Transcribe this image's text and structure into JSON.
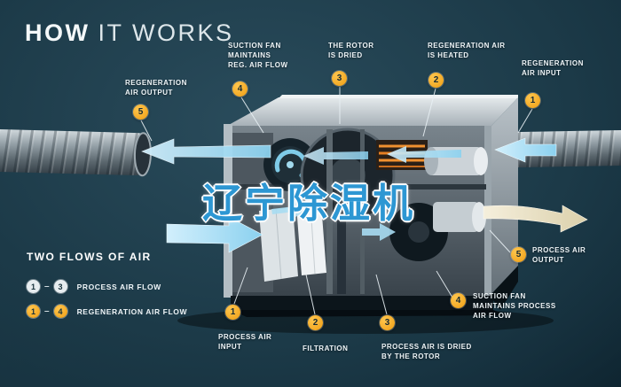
{
  "title": {
    "bold": "HOW",
    "light": "IT WORKS"
  },
  "watermark": "辽宁除湿机",
  "callouts": [
    {
      "num": "5",
      "label": "REGENERATION\nAIR OUTPUT"
    },
    {
      "num": "4",
      "label": "SUCTION FAN\nMAINTAINS\nREG. AIR FLOW"
    },
    {
      "num": "3",
      "label": "THE ROTOR\nIS DRIED"
    },
    {
      "num": "2",
      "label": "REGENERATION AIR\nIS HEATED"
    },
    {
      "num": "1",
      "label": "REGENERATION\nAIR INPUT"
    },
    {
      "num": "5",
      "label": "PROCESS AIR\nOUTPUT"
    },
    {
      "num": "4",
      "label": "SUCTION FAN\nMAINTAINS PROCESS\nAIR FLOW"
    },
    {
      "num": "3",
      "label": "PROCESS AIR IS DRIED\nBY THE ROTOR"
    },
    {
      "num": "2",
      "label": "FILTRATION"
    },
    {
      "num": "1",
      "label": "PROCESS AIR\nINPUT"
    }
  ],
  "legend": {
    "title": "TWO FLOWS OF AIR",
    "rows": [
      {
        "from": "1",
        "sep": "–",
        "to": "3",
        "label": "PROCESS AIR FLOW"
      },
      {
        "from": "1",
        "sep": "–",
        "to": "4",
        "label": "REGENERATION AIR FLOW"
      }
    ]
  },
  "colors": {
    "background": "#15313e",
    "accent_amber": "#f3a81f",
    "flow_blue": "#9fd8ee",
    "process_out_cream": "#ece4cd",
    "watermark_blue": "#2d97d3"
  }
}
